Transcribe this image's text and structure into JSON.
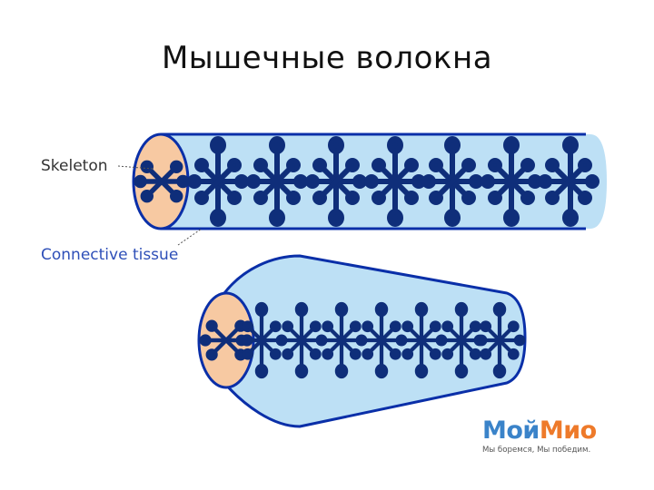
{
  "title": "Мышечные волокна",
  "labels": {
    "skeleton": "Skeleton",
    "connective_tissue": "Connective tissue"
  },
  "logo": {
    "part1": "Мой",
    "part2": "Мио",
    "slogan": "Мы боремся, Мы победим."
  },
  "colors": {
    "fiber_fill": "#bde0f5",
    "fiber_outline": "#0a2fa8",
    "cross_section_fill": "#f7c9a2",
    "fibril": "#0f2e7a",
    "label_skeleton": "#333333",
    "label_connective": "#2e4fb8",
    "logo_primary": "#3a83c9",
    "logo_secondary": "#ee7a2a"
  }
}
